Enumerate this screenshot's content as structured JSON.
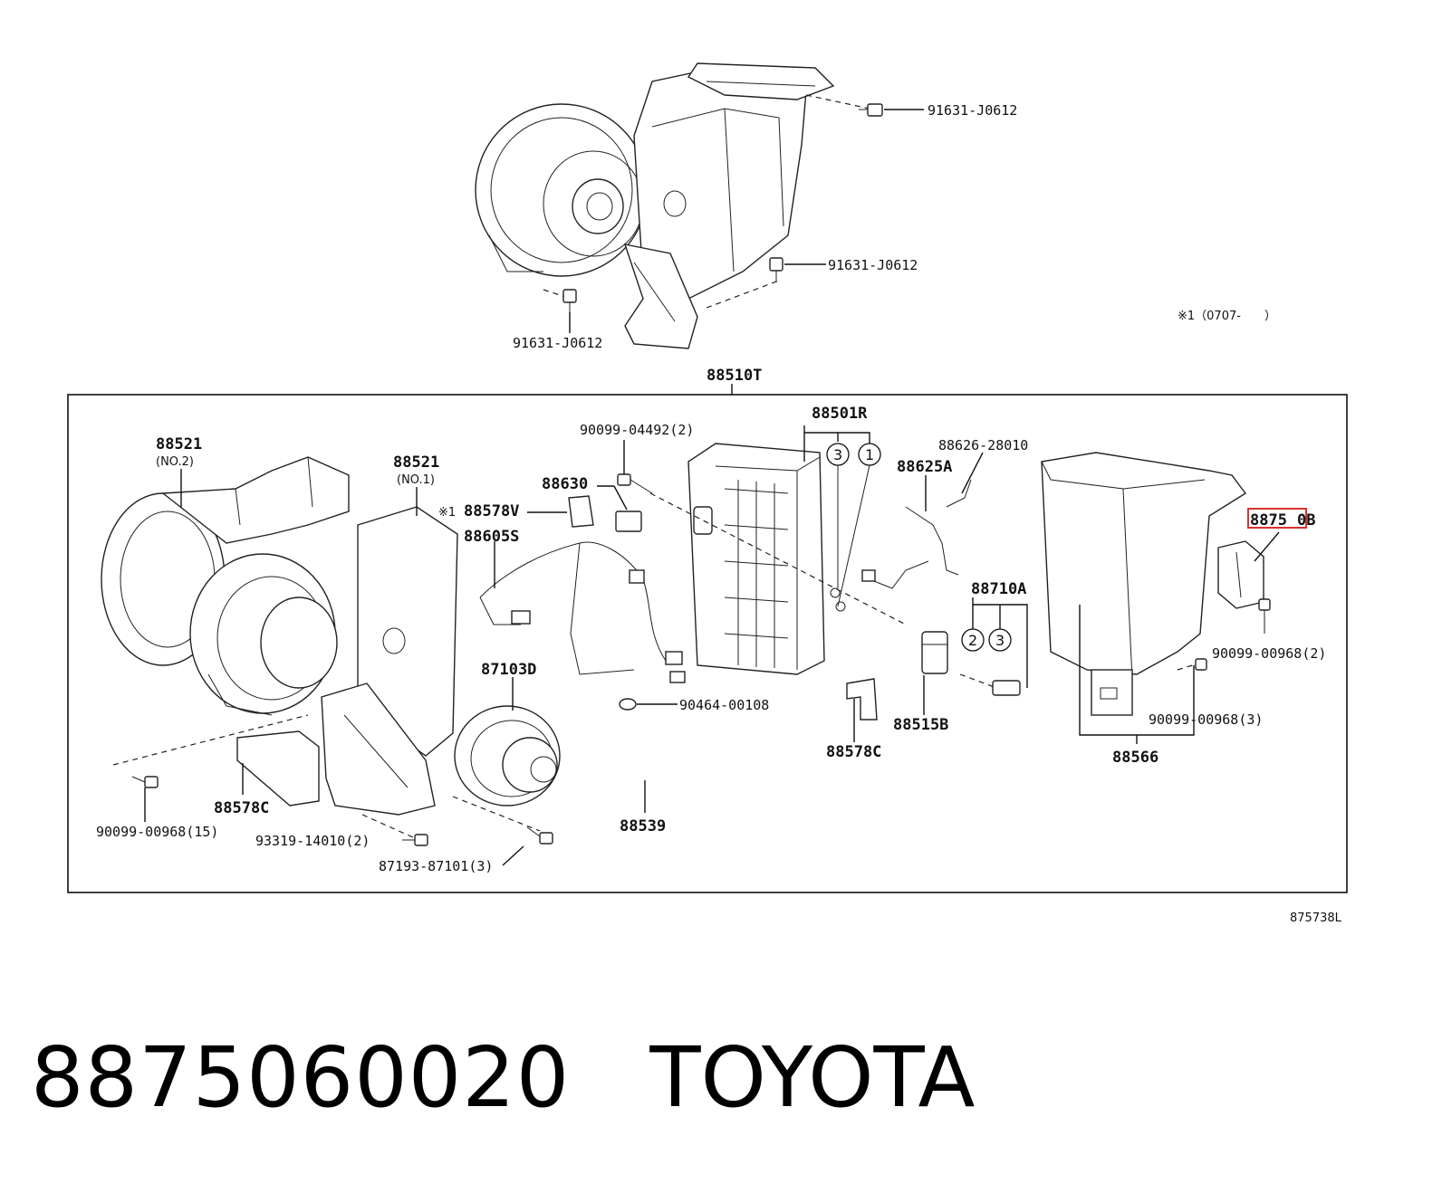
{
  "diagram": {
    "labels": {
      "top_bolt_right_upper": "91631-J0612",
      "top_bolt_right_lower": "91631-J0612",
      "top_bolt_left": "91631-J0612",
      "note_1": "※1（0707-　　）",
      "assembly": "88510T",
      "case_no2": "88521",
      "case_no2_sub": "(NO.2)",
      "case_no1": "88521",
      "case_no1_sub": "(NO.1)",
      "screw_top": "90099-04492(2)",
      "evaporator": "88501R",
      "sensor_clip": "88626-28010",
      "relay": "88630",
      "note_mark": "※1",
      "harness_v": "88578V",
      "harness_s": "88605S",
      "thermistor": "88625A",
      "resistor": "8875",
      "pipe": "88710A",
      "motor": "87103D",
      "clamp": "90464-00108",
      "expansion_valve": "88515B",
      "screw_right_upper": "90099-00968(2)",
      "screw_right_lower": "90099-00968(3)",
      "pad_right": "88578C",
      "duct": "88566",
      "pad_left": "88578C",
      "hose": "88539",
      "screw_left": "90099-00968(15)",
      "screw_mid": "93319-14010(2)",
      "screw_motor": "87193-87101(3)",
      "drawing_id": "875738L"
    },
    "circle_numbers": {
      "evap_a": "3",
      "evap_b": "1",
      "pipe_a": "2",
      "pipe_b": "3"
    },
    "highlight_color": "#d9322f"
  },
  "footer": {
    "part_number": "8875060020",
    "brand": "TOYOTA"
  }
}
